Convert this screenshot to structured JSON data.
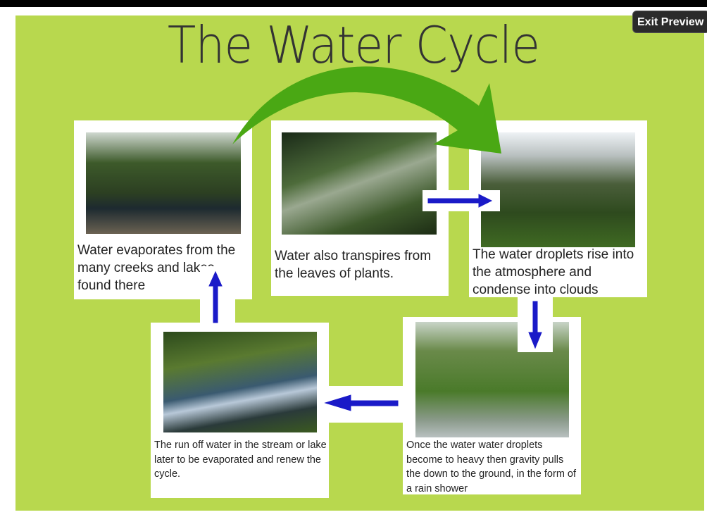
{
  "title": "The Water Cycle",
  "exit_button": "Exit Preview",
  "colors": {
    "slide": "#b8d84e",
    "arrow_blue": "#1a1ac8",
    "curve_green": "#4aa814"
  },
  "cards": [
    {
      "text": "Water evaporates from the many creeks and lakes found there",
      "image": "creek-lake-photo"
    },
    {
      "text": "Water also transpires from the leaves of plants.",
      "image": "forest-leaves-photo"
    },
    {
      "text": "The water droplets rise into the atmosphere and condense into clouds",
      "image": "misty-mountains-photo"
    },
    {
      "text": "The run off water in the stream or lake later to be evaporated and renew the cycle.",
      "image": "stream-photo"
    },
    {
      "text": "Once the water water droplets become to heavy then gravity pulls the down to the ground, in the form of a rain shower",
      "image": "rain-forest-photo"
    }
  ]
}
